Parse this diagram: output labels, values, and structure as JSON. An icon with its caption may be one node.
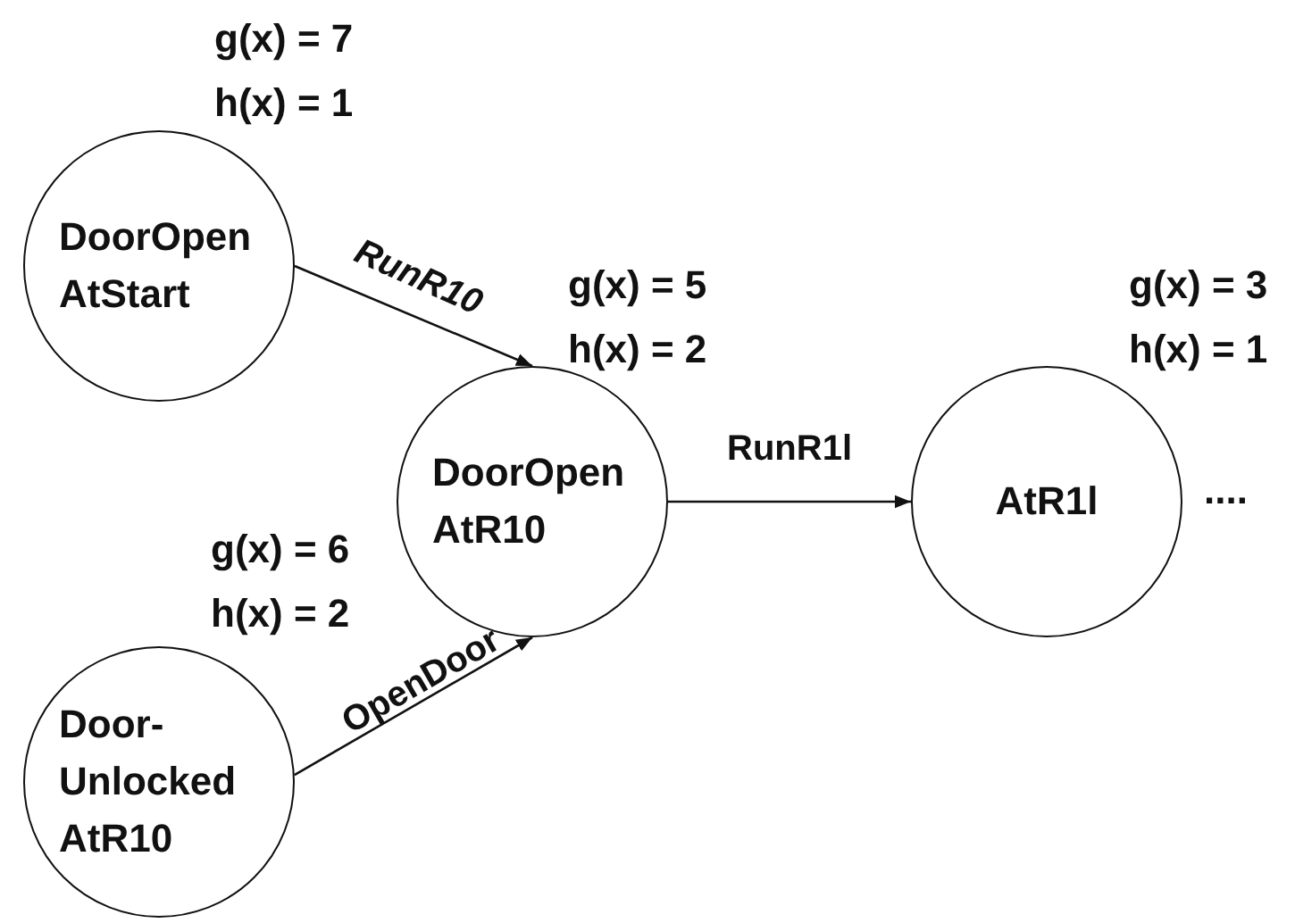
{
  "diagram": {
    "nodes": [
      {
        "text": [
          "DoorOpen AtStart"
        ],
        "beside": [
          "g(x) = 7",
          "h(x) = 1"
        ]
      },
      {
        "text": [
          "DoorOpen AtR10"
        ],
        "beside": [
          "g(x) = 5",
          "h(x) = 2"
        ]
      },
      {
        "text": [
          "Door- Unlocked AtR10"
        ],
        "beside": [
          "g(x) = 6",
          "h(x) = 2"
        ]
      },
      {
        "text": [
          "AtR1l"
        ],
        "beside": [
          "g(x) = 3",
          "h(x) = 1"
        ]
      }
    ],
    "edges": [
      {
        "from": 0,
        "to": 1,
        "arrow": "to",
        "label": "RunR10"
      },
      {
        "from": 2,
        "to": 1,
        "arrow": "to",
        "label": "OpenDoor"
      },
      {
        "from": 1,
        "to": 3,
        "arrow": "to",
        "label": "RunR1l"
      }
    ],
    "labels": [
      "...."
    ]
  }
}
